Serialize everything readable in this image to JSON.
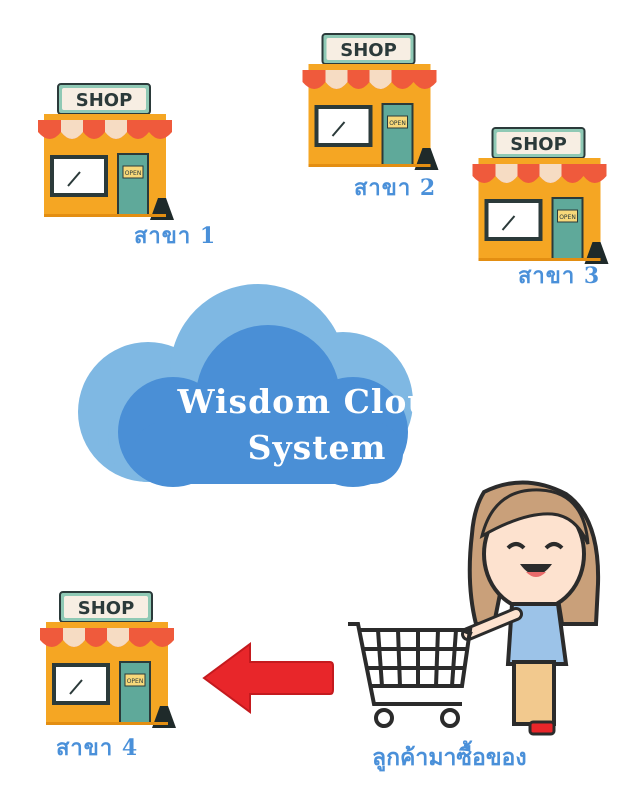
{
  "shops": [
    {
      "sign": "SHOP",
      "open_tag": "OPEN",
      "label": "สาขา 1"
    },
    {
      "sign": "SHOP",
      "open_tag": "OPEN",
      "label": "สาขา 2"
    },
    {
      "sign": "SHOP",
      "open_tag": "OPEN",
      "label": "สาขา 3"
    },
    {
      "sign": "SHOP",
      "open_tag": "OPEN",
      "label": "สาขา 4"
    }
  ],
  "cloud": {
    "line1": "Wisdom Cloud",
    "line2": "System"
  },
  "customer": {
    "label": "ลูกค้ามาซื้อของ"
  },
  "colors": {
    "label_blue": "#4a90d9",
    "cloud_light": "#7fb8e3",
    "cloud_dark": "#4a8fd6",
    "awning_red": "#ef5a3c",
    "awning_cream": "#f6dcc3",
    "shop_body": "#f5a623",
    "door": "#5fa99a",
    "arrow": "#e8262a"
  }
}
